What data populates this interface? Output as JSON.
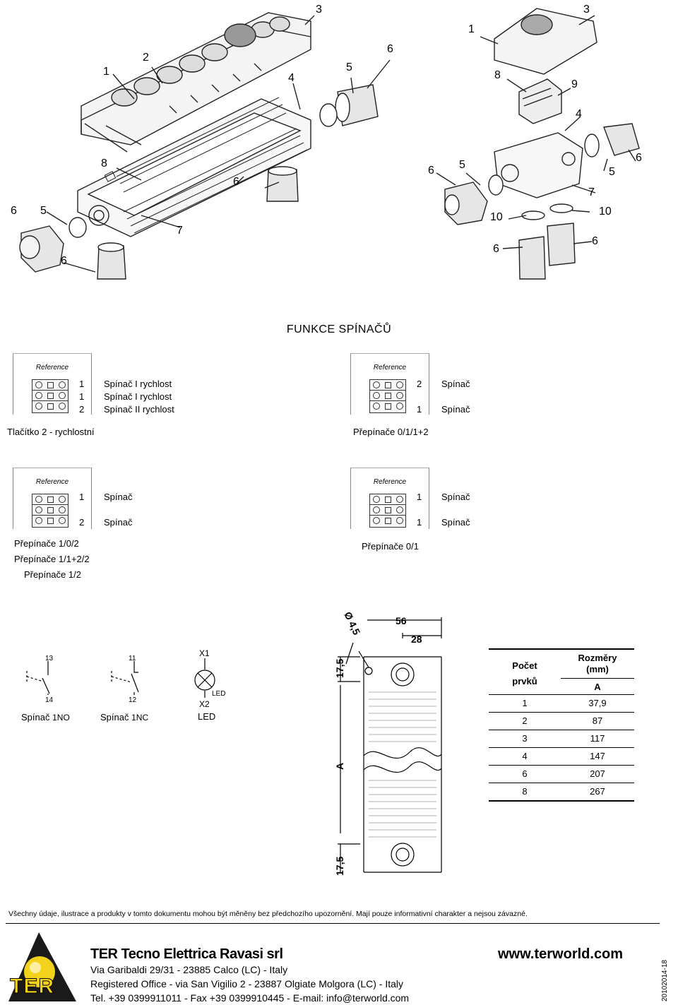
{
  "drawing_numbers": {
    "left_assembly": [
      "1",
      "2",
      "3",
      "4",
      "5",
      "6",
      "8",
      "6",
      "6",
      "5",
      "7",
      "6"
    ],
    "right_assembly": [
      "1",
      "3",
      "8",
      "9",
      "4",
      "6",
      "5",
      "5",
      "6",
      "7",
      "10",
      "10",
      "6",
      "6"
    ]
  },
  "section_title": "FUNKCE  SPÍNAČŮ",
  "reference_label": "Reference",
  "blocks": [
    {
      "rows": [
        {
          "n": "1",
          "t": "Spínač I rychlost"
        },
        {
          "n": "1",
          "t": "Spínač I rychlost"
        },
        {
          "n": "2",
          "t": "Spínač II rychlost"
        }
      ],
      "captions": [
        "Tlačítko 2 - rychlostní"
      ]
    },
    {
      "rows": [
        {
          "n": "2",
          "t": "Spínač"
        },
        {
          "n": "1",
          "t": "Spínač"
        }
      ],
      "captions": [
        "Přepínače 0/1/1+2"
      ]
    },
    {
      "rows": [
        {
          "n": "1",
          "t": "Spínač"
        },
        {
          "n": "2",
          "t": "Spínač"
        }
      ],
      "captions": [
        "Přepínače 1/0/2",
        "Přepínače 1/1+2/2",
        "Přepínače 1/2"
      ]
    },
    {
      "rows": [
        {
          "n": "1",
          "t": "Spínač"
        },
        {
          "n": "1",
          "t": "Spínač"
        }
      ],
      "captions": [
        "Přepínače 0/1"
      ]
    }
  ],
  "symbols": {
    "no": {
      "top": "13",
      "bottom": "14",
      "label": "Spínač",
      "suffix": "1NO"
    },
    "nc": {
      "top": "11",
      "bottom": "12",
      "label": "Spínač",
      "suffix": "1NC"
    },
    "led": {
      "top": "X1",
      "bottom": "X2",
      "tag": "LED",
      "label": "LED"
    }
  },
  "dims": {
    "d1": "Ø 4,5",
    "d2": "56",
    "d3": "28",
    "d4": "17,5",
    "d5": "A",
    "d6": "17,5"
  },
  "table": {
    "h1": "Počet",
    "h1b": "prvků",
    "h2": "Rozměry",
    "h2b": "(mm)",
    "h3": "A",
    "rows": [
      [
        "1",
        "37,9"
      ],
      [
        "2",
        "87"
      ],
      [
        "3",
        "117"
      ],
      [
        "4",
        "147"
      ],
      [
        "6",
        "207"
      ],
      [
        "8",
        "267"
      ]
    ]
  },
  "disclaimer": "Všechny údaje, ilustrace a produkty v tomto dokumentu mohou být měněny bez předchozího upozornění. Mají pouze informativní charakter a nejsou závazné.",
  "company": {
    "name": "TER Tecno Elettrica Ravasi srl",
    "addr1": "Via Garibaldi 29/31 - 23885 Calco (LC) - Italy",
    "addr2": "Registered Office - via San Vigilio 2 - 23887 Olgiate Molgora (LC) - Italy",
    "addr3": "Tel. +39 0399911011 - Fax +39 0399910445 - E-mail: info@terworld.com",
    "web": "www.terworld.com",
    "logo_text": "TER",
    "code": "20102014-18"
  }
}
